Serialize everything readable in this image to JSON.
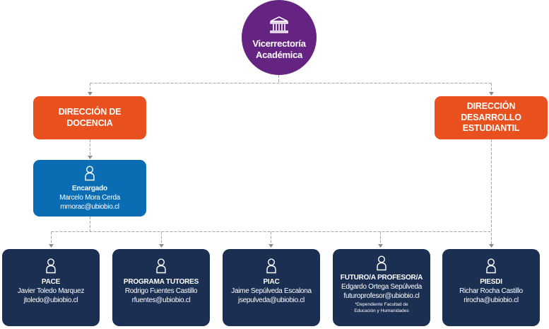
{
  "colors": {
    "root": "#662482",
    "direction": "#e8501e",
    "manager": "#0a6db3",
    "unit": "#1b2f52",
    "connector": "#a6a6a6"
  },
  "root": {
    "icon": "institution-building-icon",
    "label_line1": "Vicerrectoría",
    "label_line2": "Académica"
  },
  "directions": [
    {
      "label": "DIRECCIÓN DE\nDOCENCIA"
    },
    {
      "label": "DIRECCIÓN\nDESARROLLO\nESTUDIANTIL"
    }
  ],
  "manager": {
    "icon": "person-icon",
    "title": "Encargado",
    "name": "Marcelo Mora Cerda",
    "email": "mmorac@ubiobio.cl"
  },
  "units": [
    {
      "icon": "person-icon",
      "title": "PACE",
      "name": "Javier Toledo Marquez",
      "email": "jtoledo@ubiobio.cl"
    },
    {
      "icon": "person-icon",
      "title": "PROGRAMA TUTORES",
      "name": "Rodrigo Fuentes Castillo",
      "email": "rfuentes@ubiobio.cl"
    },
    {
      "icon": "person-icon",
      "title": "PIAC",
      "name": "Jaime Sepúlveda Escalona",
      "email": "jsepulveda@ubiobio.cl"
    },
    {
      "icon": "person-icon",
      "title": "FUTURO/A PROFESOR/A",
      "name": "Edgardo Ortega Sepúlveda",
      "email": "futuroprofesor@ubiobio.cl",
      "note_line1": "*Dependiente Facultad de",
      "note_line2": "Educación y Humanidades"
    },
    {
      "icon": "person-icon",
      "title": "PIESDI",
      "name": "Richar Rocha Castillo",
      "email": "rirocha@ubiobio.cl"
    }
  ]
}
